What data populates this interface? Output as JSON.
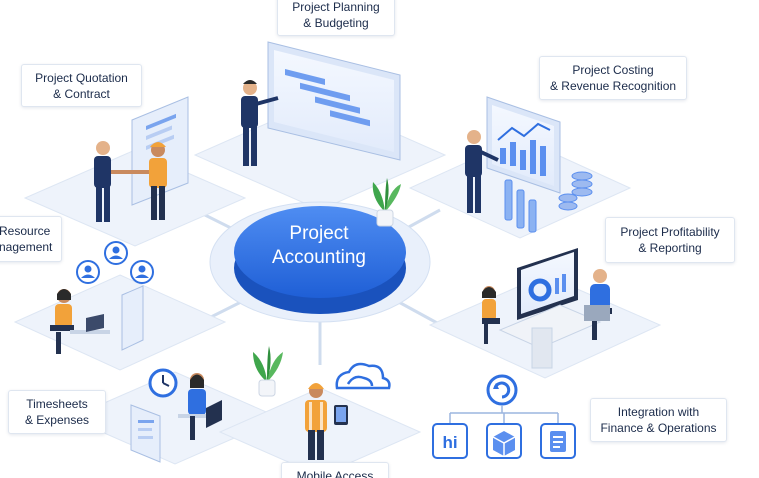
{
  "center": {
    "line1": "Project",
    "line2": "Accounting"
  },
  "modules": {
    "planning": {
      "line1": "Project Planning",
      "line2": "& Budgeting"
    },
    "quotation": {
      "line1": "Project Quotation",
      "line2": "& Contract"
    },
    "costing": {
      "line1": "Project Costing",
      "line2": "& Revenue Recognition"
    },
    "resource": {
      "line1": "Resource",
      "line2": "nagement"
    },
    "profitability": {
      "line1": "Project Profitability",
      "line2": "& Reporting"
    },
    "timesheets": {
      "line1": "Timesheets",
      "line2": "& Expenses"
    },
    "integration": {
      "line1": "Integration with",
      "line2": "Finance & Operations"
    },
    "mobile": {
      "line1": "Mobile Access"
    }
  },
  "integration_icons": [
    "hi-app-icon",
    "box-icon",
    "document-icon"
  ],
  "colors": {
    "primary": "#2f6fe0",
    "platform": "#eef3fb",
    "text": "#1b2b4a",
    "accent": "#f2a23a"
  }
}
